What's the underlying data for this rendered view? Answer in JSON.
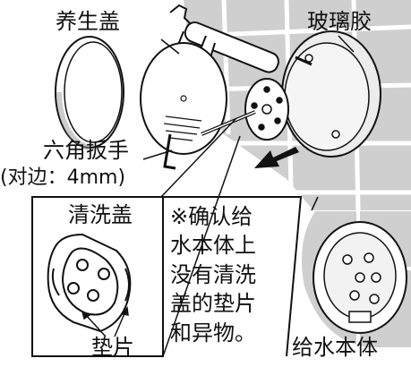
{
  "labels": {
    "protective_cover": "养生盖",
    "glass_glue": "玻璃胶",
    "hex_wrench_line1": "六角扳手",
    "hex_wrench_line2": "(对边：4mm)",
    "cleaning_cover": "清洗盖",
    "gasket": "垫片",
    "water_body": "给水本体"
  },
  "note": {
    "lines": [
      "※确认给",
      "水本体上",
      "没有清洗",
      "盖的垫片",
      "和异物。"
    ]
  },
  "colors": {
    "line": "#111111",
    "tile": "#cfcfcf",
    "grout": "#ffffff",
    "arrow": "#111111"
  },
  "icons": {
    "arrow": "arrow-icon",
    "caulk_gun": "caulk-gun-icon",
    "hex_wrench": "hex-wrench-icon"
  }
}
